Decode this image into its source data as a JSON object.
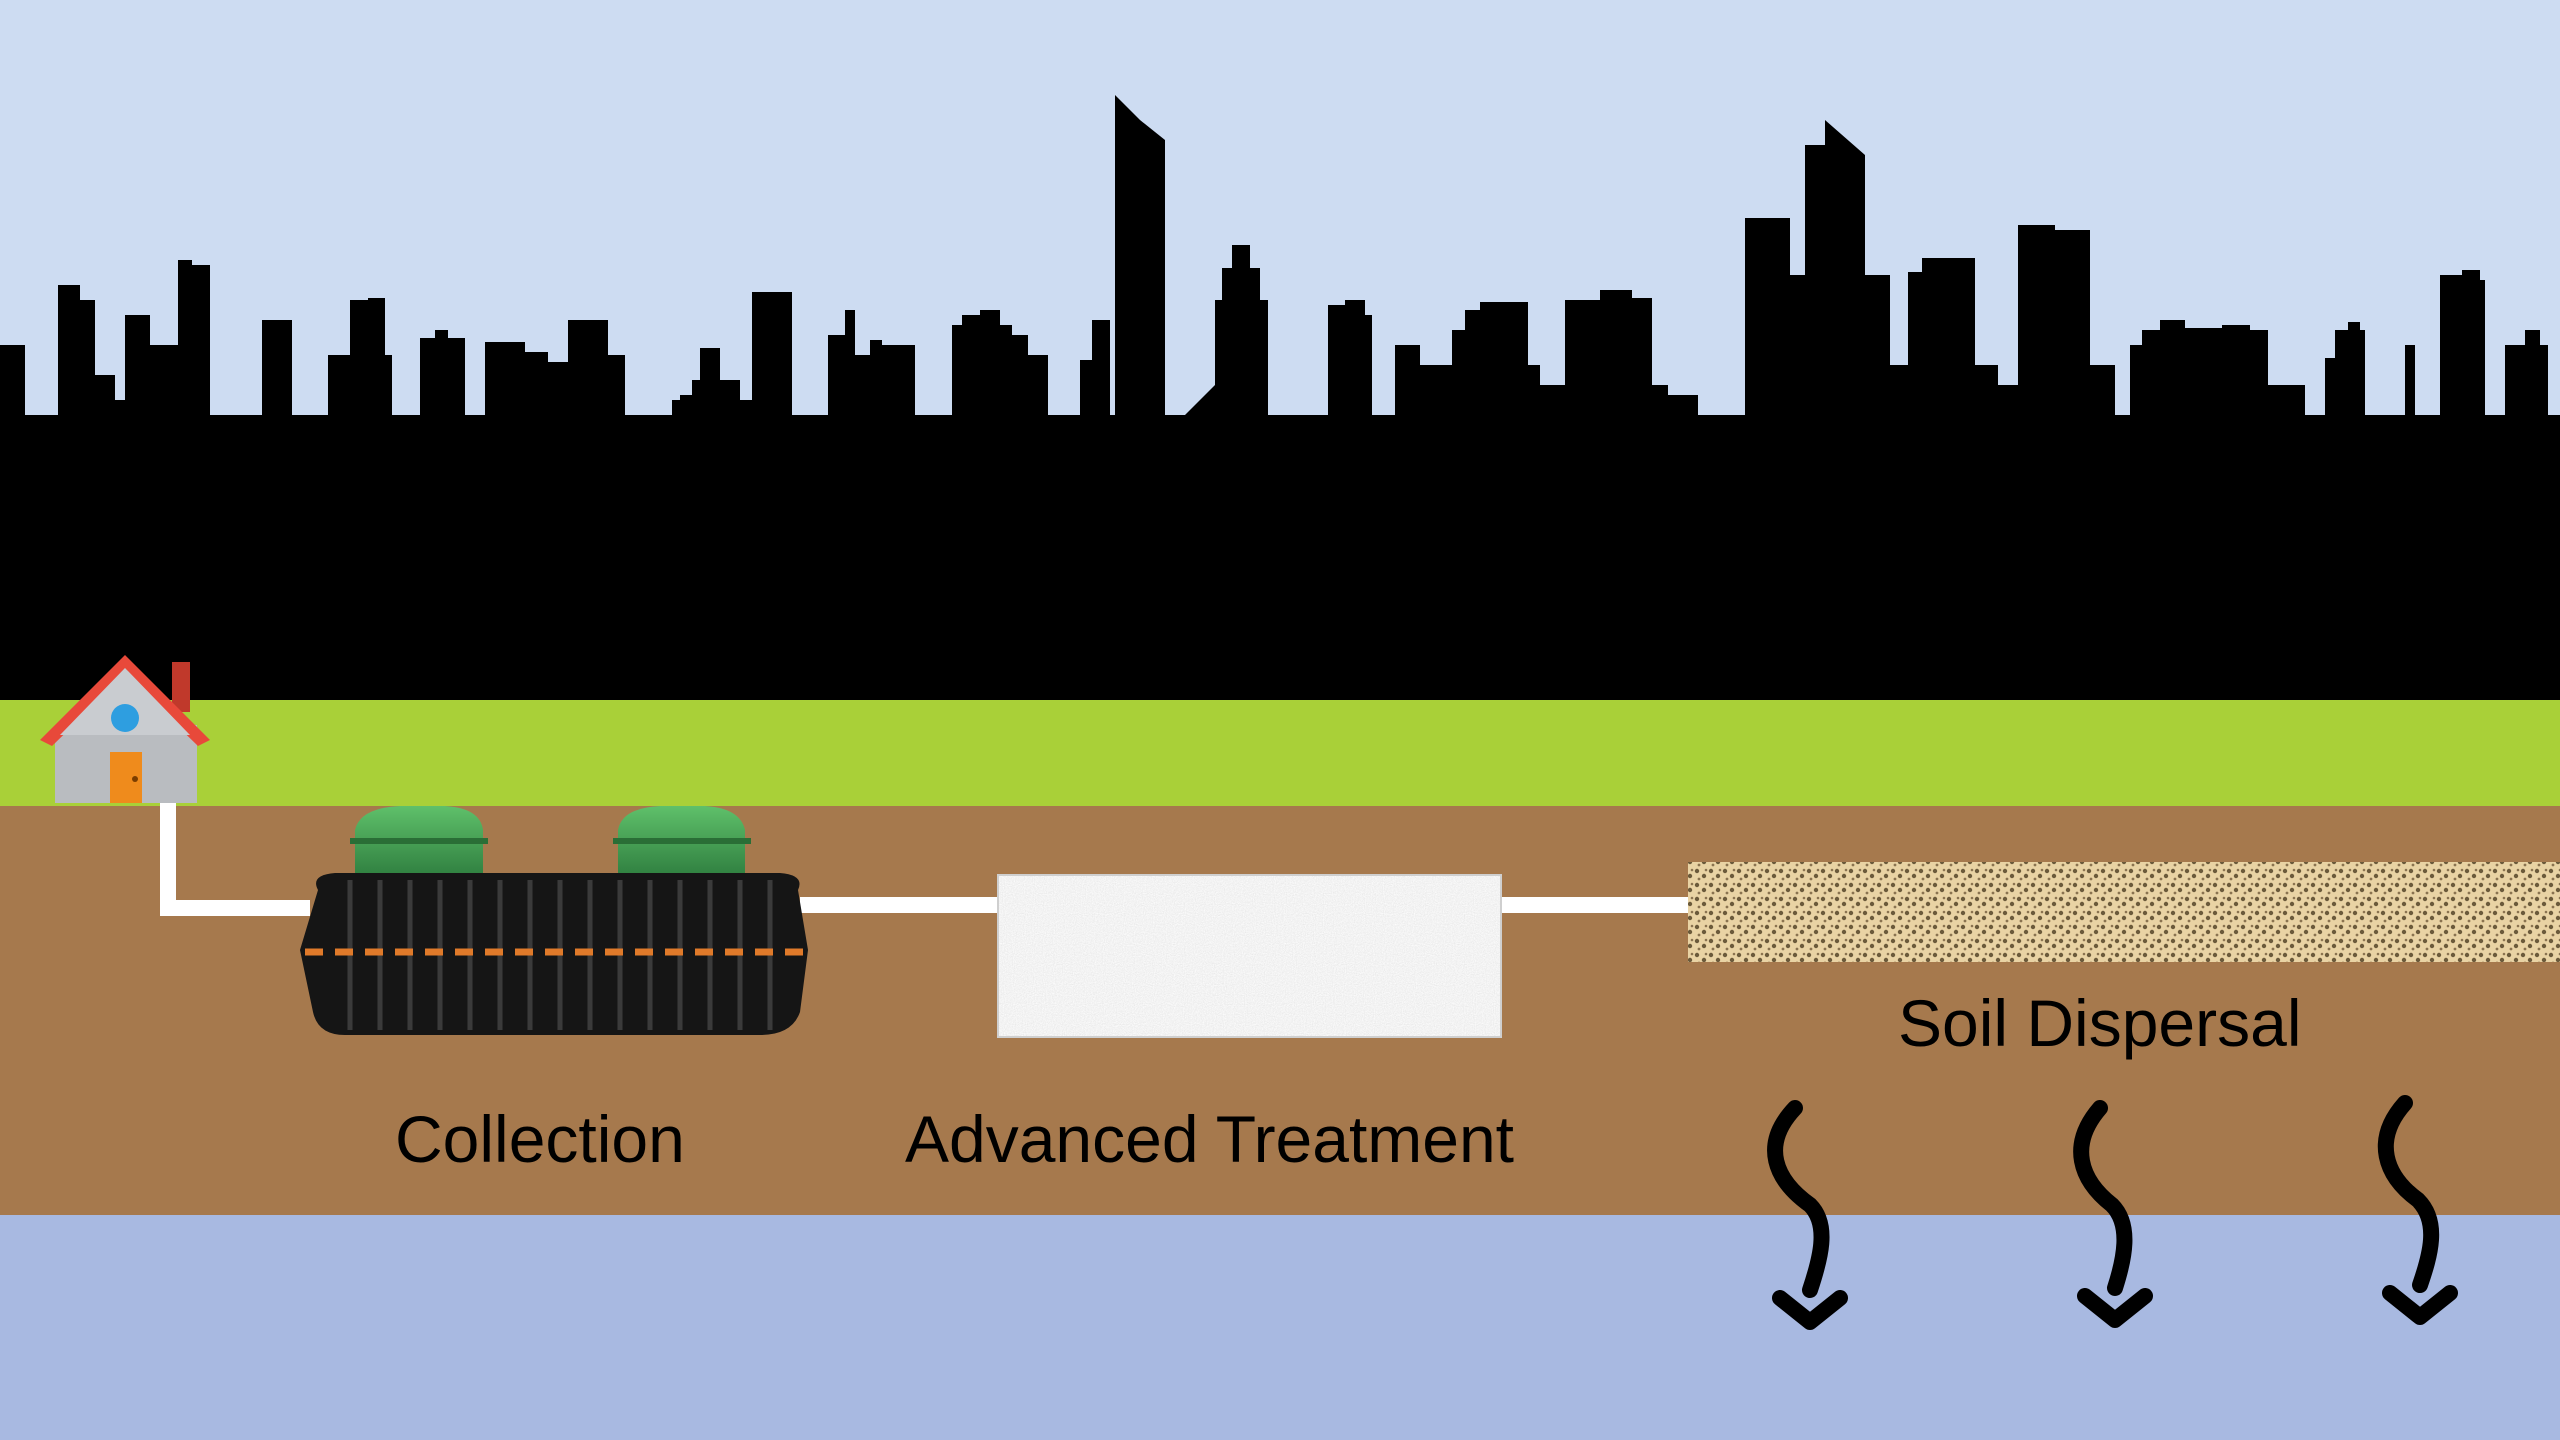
{
  "stages": {
    "collection": "Collection",
    "treatment": "Advanced Treatment",
    "dispersal": "Soil Dispersal"
  },
  "icons": {
    "house": "house-icon",
    "tank": "septic-tank",
    "filter": "treatment-media-box",
    "drainfield": "gravel-drainfield",
    "flow": "downward-wavy-arrow"
  },
  "colors": {
    "sky": "#cddcf2",
    "skyline": "#000000",
    "grass": "#a9d038",
    "soil": "#a6794d",
    "groundwater": "#a8b9e1",
    "pipe": "#ffffff",
    "roof": "#e8493a",
    "tank_lid": "#3f9a52"
  }
}
